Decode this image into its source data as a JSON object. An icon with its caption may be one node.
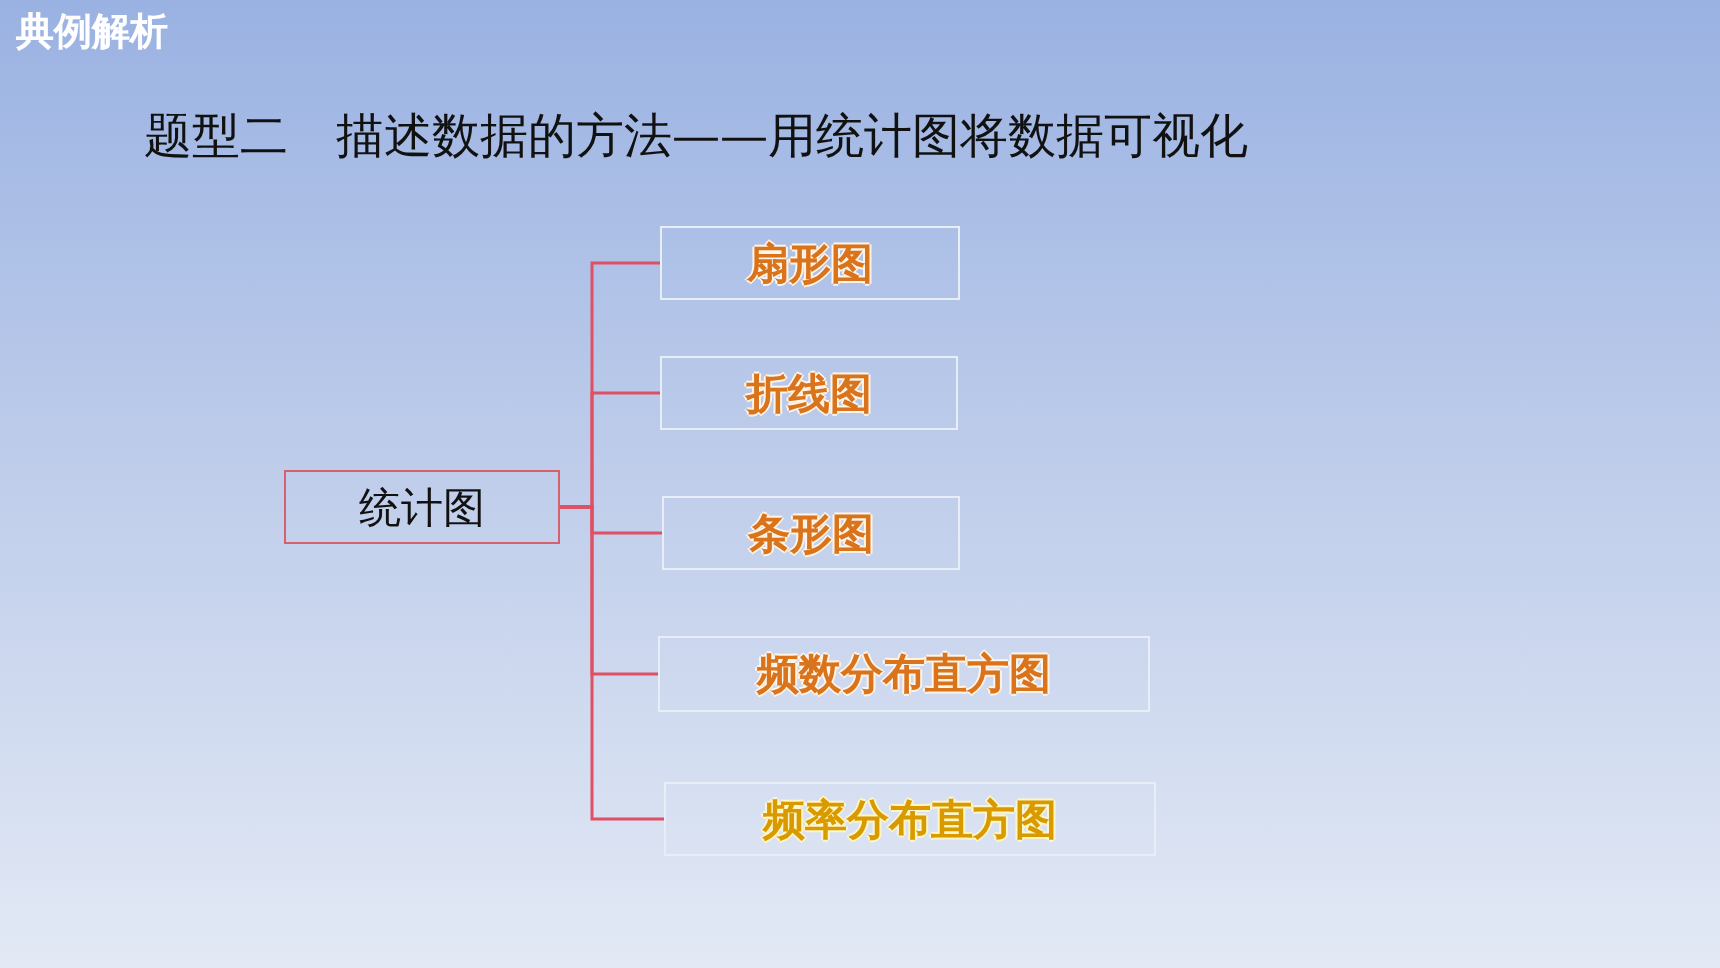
{
  "diagram": {
    "title": "题型二　描述数据的方法——用统计图将数据可视化",
    "nodes": [
      {
        "text": [
          "统计图"
        ]
      },
      {
        "text": [
          "扇形图"
        ]
      },
      {
        "text": [
          "折线图"
        ]
      },
      {
        "text": [
          "条形图"
        ]
      },
      {
        "text": [
          "频数分布直方图"
        ]
      },
      {
        "text": [
          "频率分布直方图"
        ]
      }
    ],
    "edges": [
      {
        "from": 0,
        "to": 1,
        "arrow": "none"
      },
      {
        "from": 0,
        "to": 2,
        "arrow": "none"
      },
      {
        "from": 0,
        "to": 3,
        "arrow": "none"
      },
      {
        "from": 0,
        "to": 4,
        "arrow": "none"
      },
      {
        "from": 0,
        "to": 5,
        "arrow": "none"
      }
    ],
    "labels": [
      "典例解析"
    ]
  }
}
